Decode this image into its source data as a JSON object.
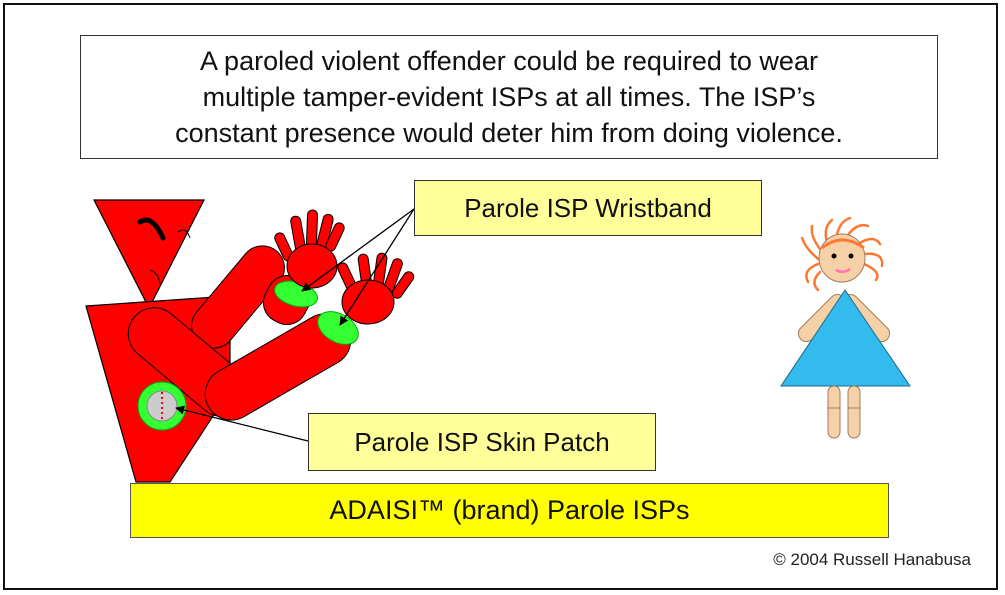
{
  "caption": {
    "lines": [
      "A paroled violent offender could be required to wear",
      "multiple tamper-evident ISPs at all times.  The ISP’s",
      "constant presence would deter him from doing violence."
    ]
  },
  "labels": {
    "wristband": "Parole ISP Wristband",
    "skin_patch": "Parole ISP Skin Patch"
  },
  "brand_bar": "ADAISI™ (brand) Parole ISPs",
  "copyright": "© 2004  Russell Hanabusa",
  "colors": {
    "figure_red": "#ff0000",
    "band_green": "#33ff33",
    "label_yellow": "#ffff99",
    "bar_yellow": "#ffff00",
    "dress_blue": "#33bbee",
    "hair_orange": "#ff7733",
    "skin": "#f6d1a8"
  }
}
